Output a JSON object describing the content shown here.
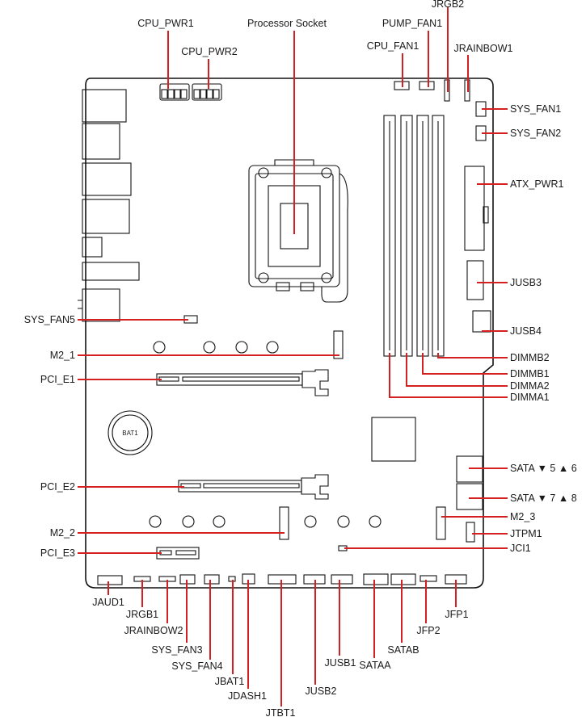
{
  "diagram": {
    "accent_color": "#d42020",
    "labels": {
      "cpu_pwr1": "CPU_PWR1",
      "processor_socket": "Processor Socket",
      "jrgb2": "JRGB2",
      "pump_fan1": "PUMP_FAN1",
      "cpu_pwr2": "CPU_PWR2",
      "cpu_fan1": "CPU_FAN1",
      "jrainbow1": "JRAINBOW1",
      "sys_fan1": "SYS_FAN1",
      "sys_fan2": "SYS_FAN2",
      "atx_pwr1": "ATX_PWR1",
      "jusb3": "JUSB3",
      "jusb4": "JUSB4",
      "dimmb2": "DIMMB2",
      "dimmb1": "DIMMB1",
      "dimma2": "DIMMA2",
      "dimma1": "DIMMA1",
      "sata_56": "SATA ▼ 5 ▲ 6",
      "sata_78": "SATA ▼ 7 ▲ 8",
      "m2_3": "M2_3",
      "jtpm1": "JTPM1",
      "jci1": "JCI1",
      "sys_fan5": "SYS_FAN5",
      "m2_1": "M2_1",
      "pci_e1": "PCI_E1",
      "pci_e2": "PCI_E2",
      "m2_2": "M2_2",
      "pci_e3": "PCI_E3",
      "jaud1": "JAUD1",
      "jrgb1": "JRGB1",
      "jrainbow2": "JRAINBOW2",
      "sys_fan3": "SYS_FAN3",
      "sys_fan4": "SYS_FAN4",
      "jbat1": "JBAT1",
      "jdash1": "JDASH1",
      "jtbt1": "JTBT1",
      "jusb2": "JUSB2",
      "jusb1": "JUSB1",
      "sataa": "SATAA",
      "satab": "SATAB",
      "jfp2": "JFP2",
      "jfp1": "JFP1",
      "bat1": "BAT1"
    }
  }
}
